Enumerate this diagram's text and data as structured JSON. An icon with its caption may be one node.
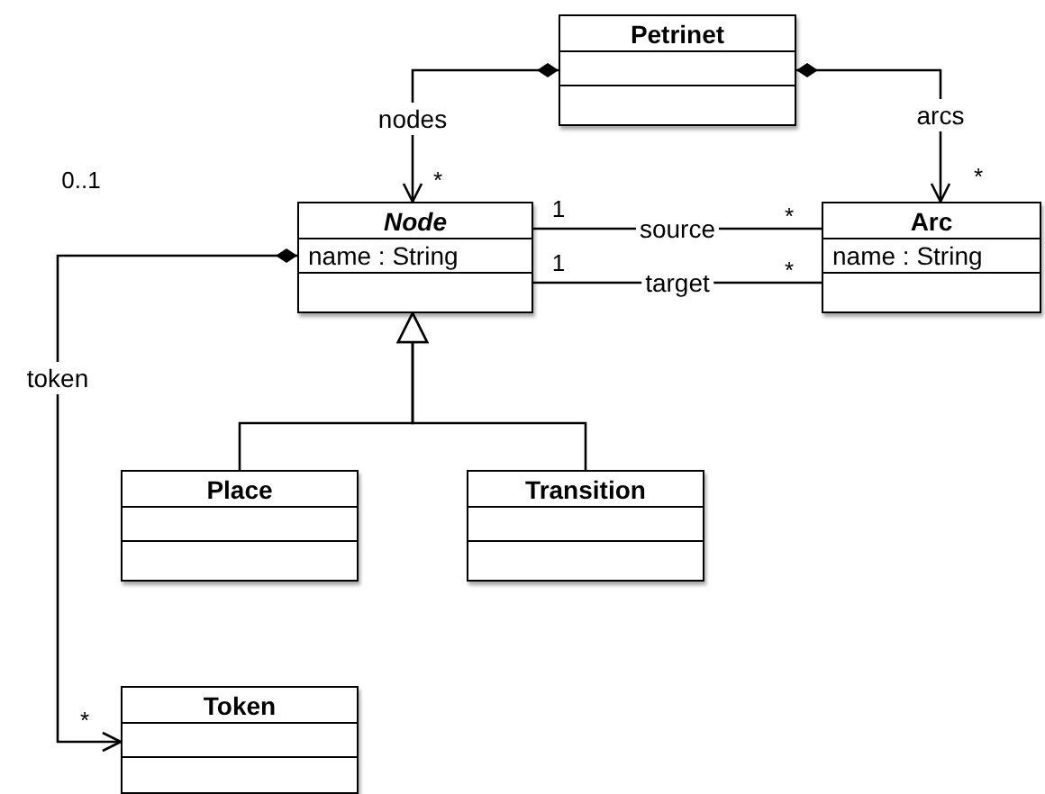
{
  "diagram": {
    "nodes": [
      {
        "text": [
          "Petrinet"
        ]
      },
      {
        "text": [
          "Node",
          "name : String"
        ]
      },
      {
        "text": [
          "Arc",
          "name : String"
        ]
      },
      {
        "text": [
          "Place"
        ]
      },
      {
        "text": [
          "Transition"
        ]
      },
      {
        "text": [
          "Token"
        ]
      }
    ],
    "edges": [
      {
        "from": 0,
        "to": 1,
        "arrow": "to",
        "label": "nodes"
      },
      {
        "from": 0,
        "to": 2,
        "arrow": "to",
        "label": "arcs"
      },
      {
        "from": 1,
        "to": 2,
        "arrow": "none",
        "label": "source"
      },
      {
        "from": 1,
        "to": 2,
        "arrow": "none",
        "label": "target"
      },
      {
        "from": 1,
        "to": 5,
        "arrow": "to",
        "label": "token"
      },
      {
        "from": 3,
        "to": 1,
        "arrow": "to"
      },
      {
        "from": 4,
        "to": 1,
        "arrow": "to"
      }
    ],
    "labels": [
      "*",
      "*",
      "0..1",
      "1",
      "*",
      "1",
      "*",
      "*"
    ]
  }
}
